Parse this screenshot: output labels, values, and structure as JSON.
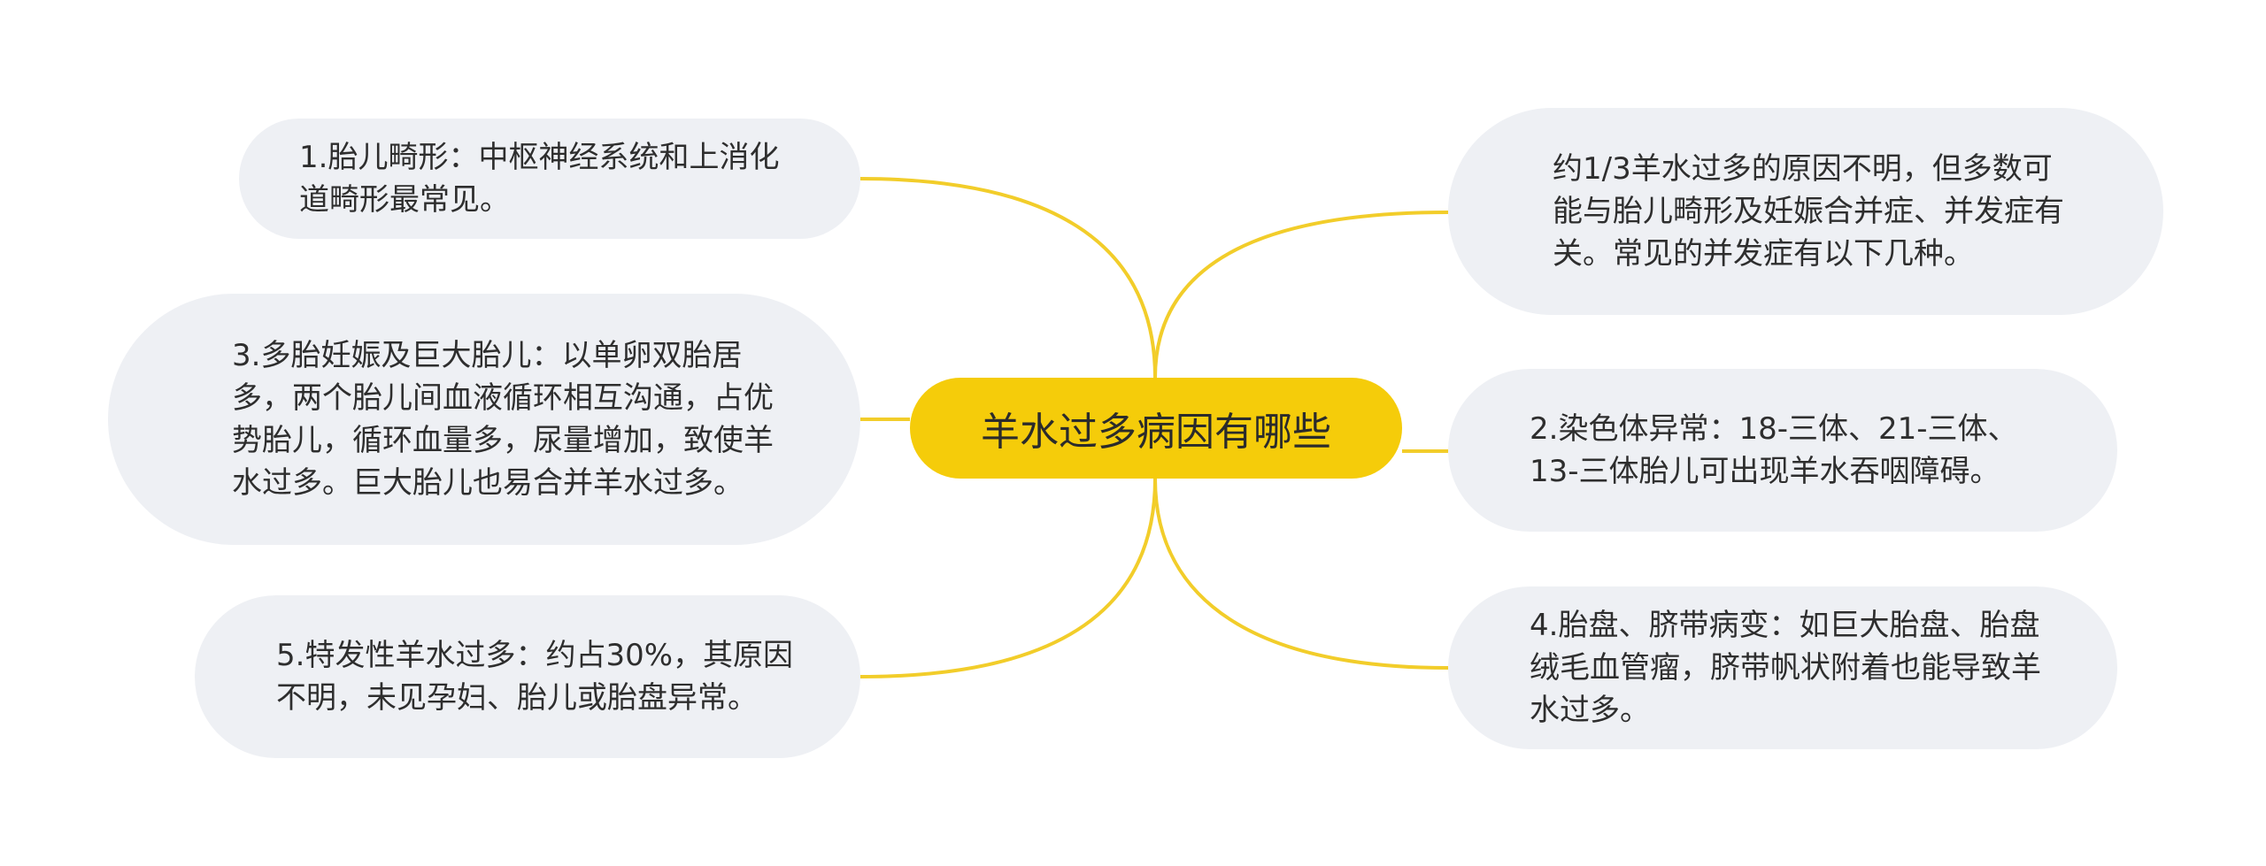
{
  "mindmap": {
    "center": {
      "text": "羊水过多病因有哪些"
    },
    "nodes": [
      {
        "text": "约1/3羊水过多的原因不明，但多数可能与胎儿畸形及妊娠合并症、并发症有关。常见的并发症有以下几种。"
      },
      {
        "text": "1.胎儿畸形：中枢神经系统和上消化道畸形最常见。"
      },
      {
        "text": "2.染色体异常：18-三体、21-三体、13-三体胎儿可出现羊水吞咽障碍。"
      },
      {
        "text": "3.多胎妊娠及巨大胎儿：以单卵双胎居多，两个胎儿间血液循环相互沟通，占优势胎儿，循环血量多，尿量增加，致使羊水过多。巨大胎儿也易合并羊水过多。"
      },
      {
        "text": "4.胎盘、脐带病变：如巨大胎盘、胎盘绒毛血管瘤，脐带帆状附着也能导致羊水过多。"
      },
      {
        "text": "5.特发性羊水过多：约占30%，其原因不明，未见孕妇、胎儿或胎盘异常。"
      }
    ]
  },
  "colors": {
    "center_fill": "#f5cc0a",
    "connector": "#f2cd2a",
    "leaf_fill": "#eef0f4",
    "text": "#2e2e2e"
  }
}
